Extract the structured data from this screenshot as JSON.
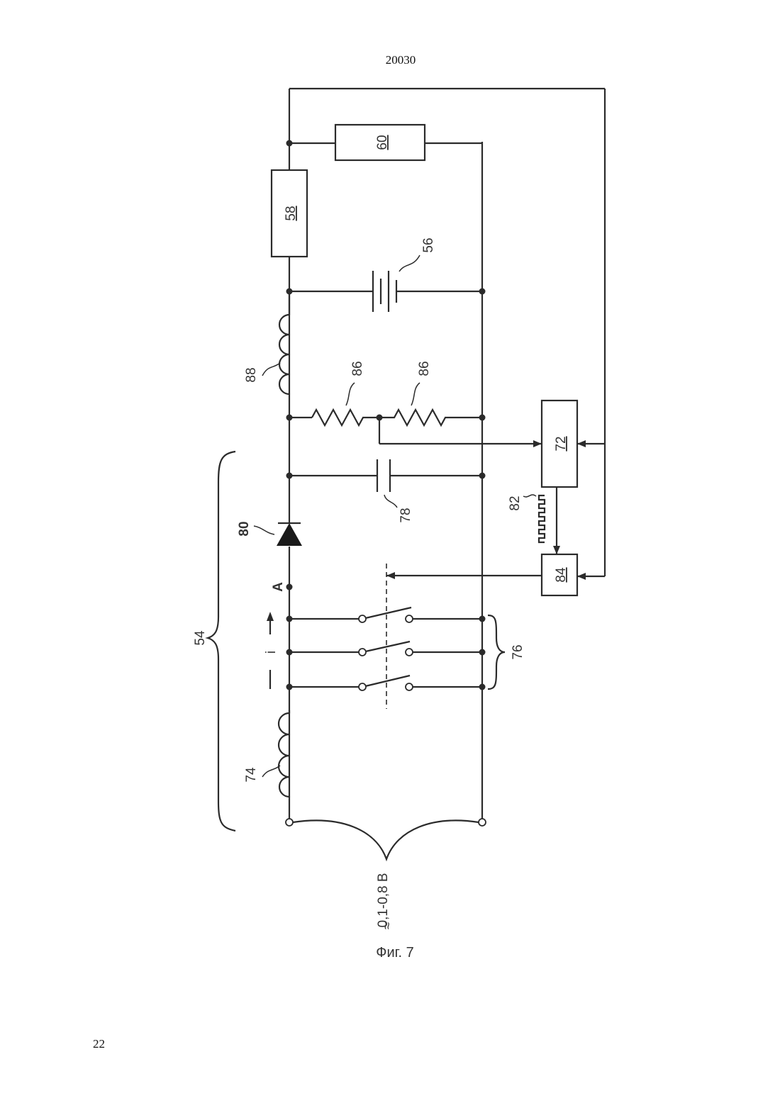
{
  "header": {
    "doc_number": "20030"
  },
  "footer": {
    "page_number": "22"
  },
  "figure": {
    "caption": "Фиг. 7",
    "blocks": {
      "b58": "58",
      "b60": "60",
      "b72": "72",
      "b84": "84"
    },
    "refs": {
      "r54": "54",
      "r56": "56",
      "r74": "74",
      "r76": "76",
      "r78": "78",
      "r80": "80",
      "r82": "82",
      "r86a": "86",
      "r86b": "86",
      "r88": "88"
    },
    "node_a": "A",
    "current": "i",
    "source_voltage": "0,1-0,8 В",
    "source_symbol": "≈"
  }
}
